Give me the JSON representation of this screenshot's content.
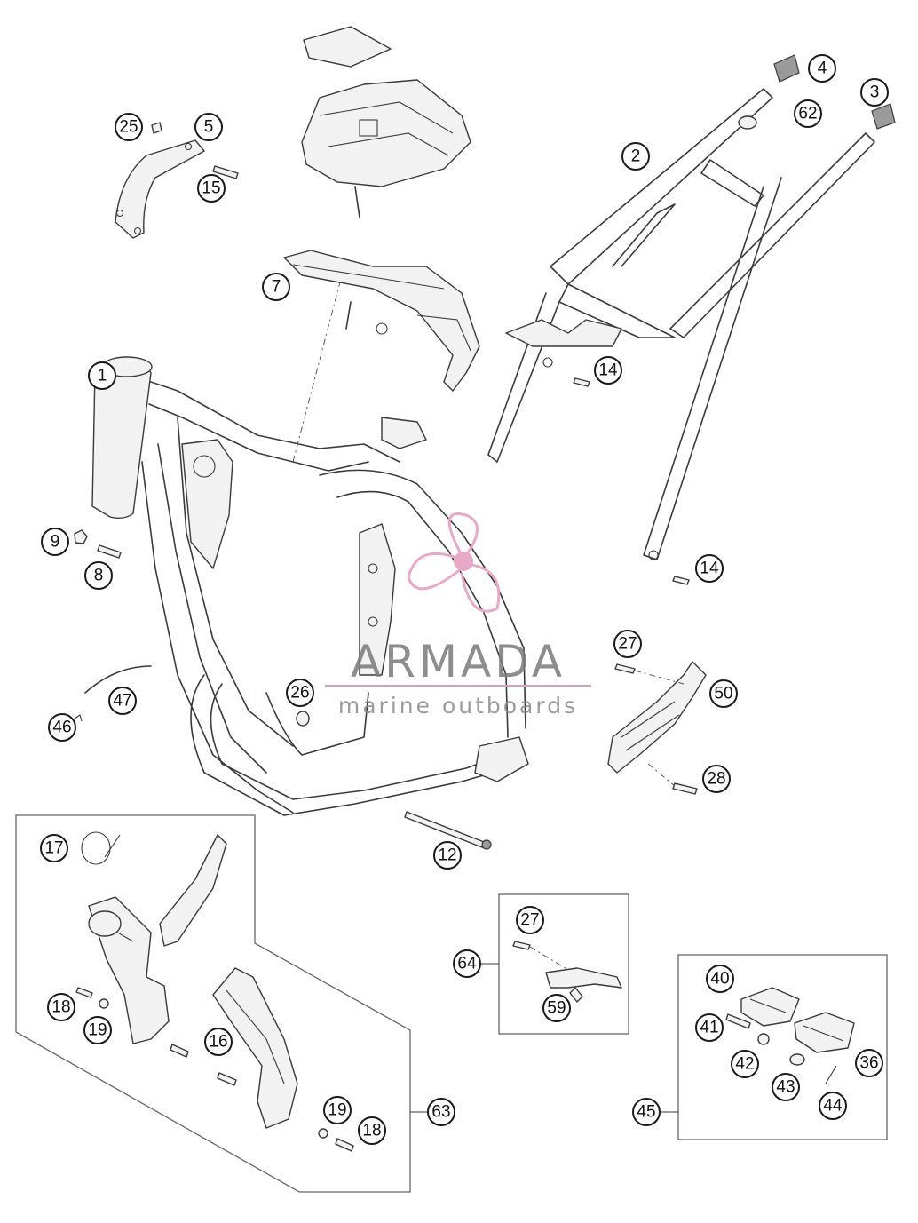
{
  "watermark": {
    "brand": "ARMADA",
    "tagline": "marine outboards",
    "logo_color": "#e8a8c8",
    "line_color": "#d9a0c0"
  },
  "callouts": {
    "n1": "1",
    "n2": "2",
    "n3": "3",
    "n4": "4",
    "n5": "5",
    "n7": "7",
    "n8": "8",
    "n9": "9",
    "n12": "12",
    "n14a": "14",
    "n14b": "14",
    "n15": "15",
    "n16": "16",
    "n17": "17",
    "n18a": "18",
    "n18b": "18",
    "n19a": "19",
    "n19b": "19",
    "n25": "25",
    "n26": "26",
    "n27a": "27",
    "n27b": "27",
    "n28": "28",
    "n36": "36",
    "n40": "40",
    "n41": "41",
    "n42": "42",
    "n43": "43",
    "n44": "44",
    "n45": "45",
    "n46": "46",
    "n47": "47",
    "n50": "50",
    "n59": "59",
    "n62": "62",
    "n63": "63",
    "n64": "64"
  }
}
